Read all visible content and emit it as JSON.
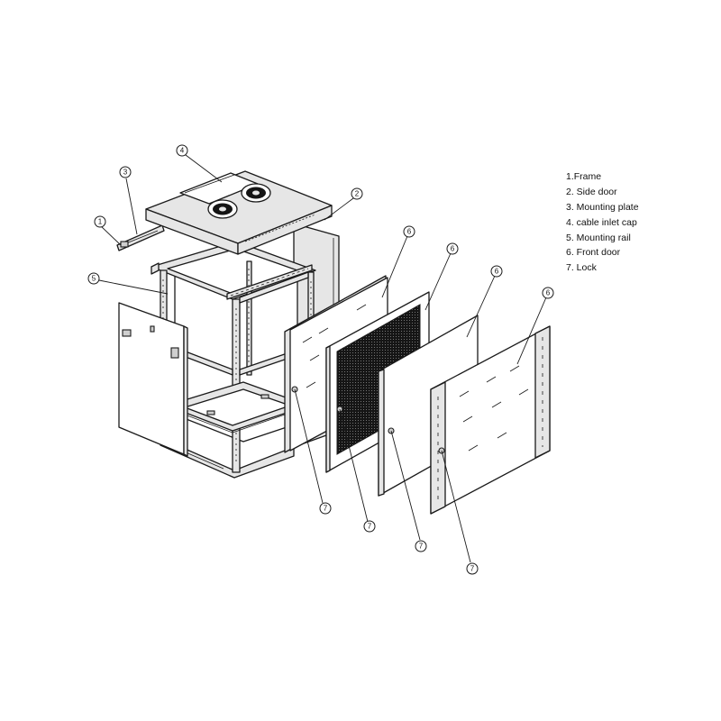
{
  "legend": [
    "1.Frame",
    "2. Side door",
    "3. Mounting plate",
    "4. cable inlet cap",
    "5. Mounting rail",
    "6. Front door",
    "7. Lock"
  ],
  "callouts": {
    "frame": "1",
    "side_door": "2",
    "mounting_plate": "3",
    "cable_inlet_cap": "4",
    "mounting_rail": "5",
    "front_door": "6",
    "lock": "7"
  }
}
